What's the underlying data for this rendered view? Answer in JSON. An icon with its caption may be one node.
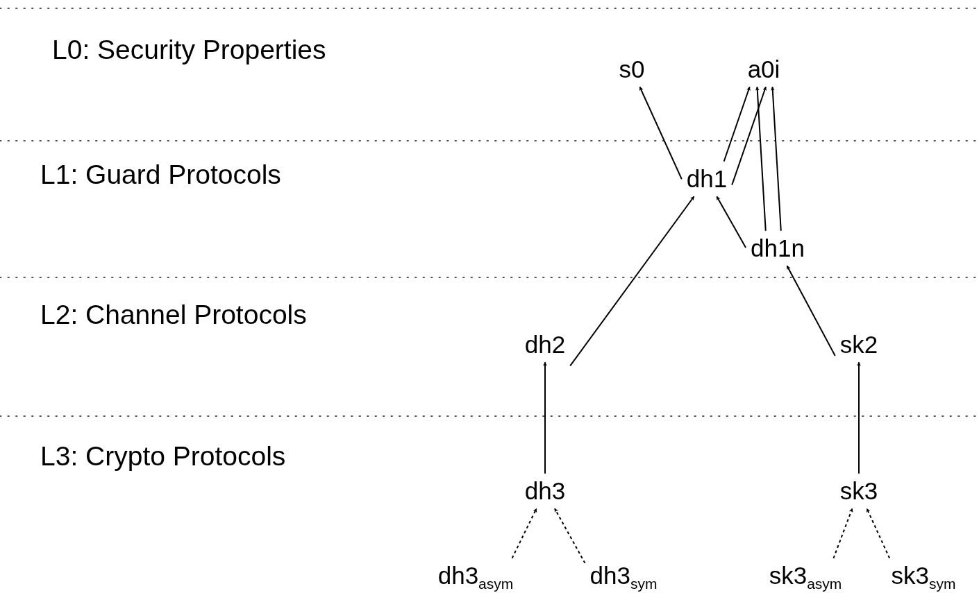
{
  "diagram": {
    "nodes": [
      {
        "text": [
          "s0"
        ]
      },
      {
        "text": [
          "a0i"
        ]
      },
      {
        "text": [
          "dh1"
        ]
      },
      {
        "text": [
          "dh1n"
        ]
      },
      {
        "text": [
          "dh2"
        ]
      },
      {
        "text": [
          "sk2"
        ]
      },
      {
        "text": [
          "dh3"
        ]
      },
      {
        "text": [
          "sk3"
        ]
      },
      {
        "text": [
          "dh3$_{asym}$"
        ]
      },
      {
        "text": [
          "dh3$_{sym}$"
        ]
      },
      {
        "text": [
          "sk3$_{asym}$"
        ]
      },
      {
        "text": [
          "sk3$_{sym}$"
        ]
      }
    ],
    "edges": [
      {
        "from": 2,
        "to": 0,
        "arrow": "to"
      },
      {
        "from": 2,
        "to": 1,
        "arrow": "to"
      },
      {
        "from": 2,
        "to": 1,
        "arrow": "to"
      },
      {
        "from": 3,
        "to": 2,
        "arrow": "to"
      },
      {
        "from": 3,
        "to": 1,
        "arrow": "to"
      },
      {
        "from": 3,
        "to": 1,
        "arrow": "to"
      },
      {
        "from": 4,
        "to": 2,
        "arrow": "to"
      },
      {
        "from": 5,
        "to": 3,
        "arrow": "to"
      },
      {
        "from": 6,
        "to": 4,
        "arrow": "to"
      },
      {
        "from": 7,
        "to": 5,
        "arrow": "to"
      },
      {
        "from": 8,
        "to": 6,
        "arrow": "to",
        "style": "dashed"
      },
      {
        "from": 9,
        "to": 6,
        "arrow": "to",
        "style": "dashed"
      },
      {
        "from": 10,
        "to": 7,
        "arrow": "to",
        "style": "dashed"
      },
      {
        "from": 11,
        "to": 7,
        "arrow": "to",
        "style": "dashed"
      }
    ],
    "labels": [
      "L0: Security Properties",
      "L1: Guard Protocols",
      "L2: Channel Protocols",
      "L3: Crypto Protocols"
    ]
  }
}
